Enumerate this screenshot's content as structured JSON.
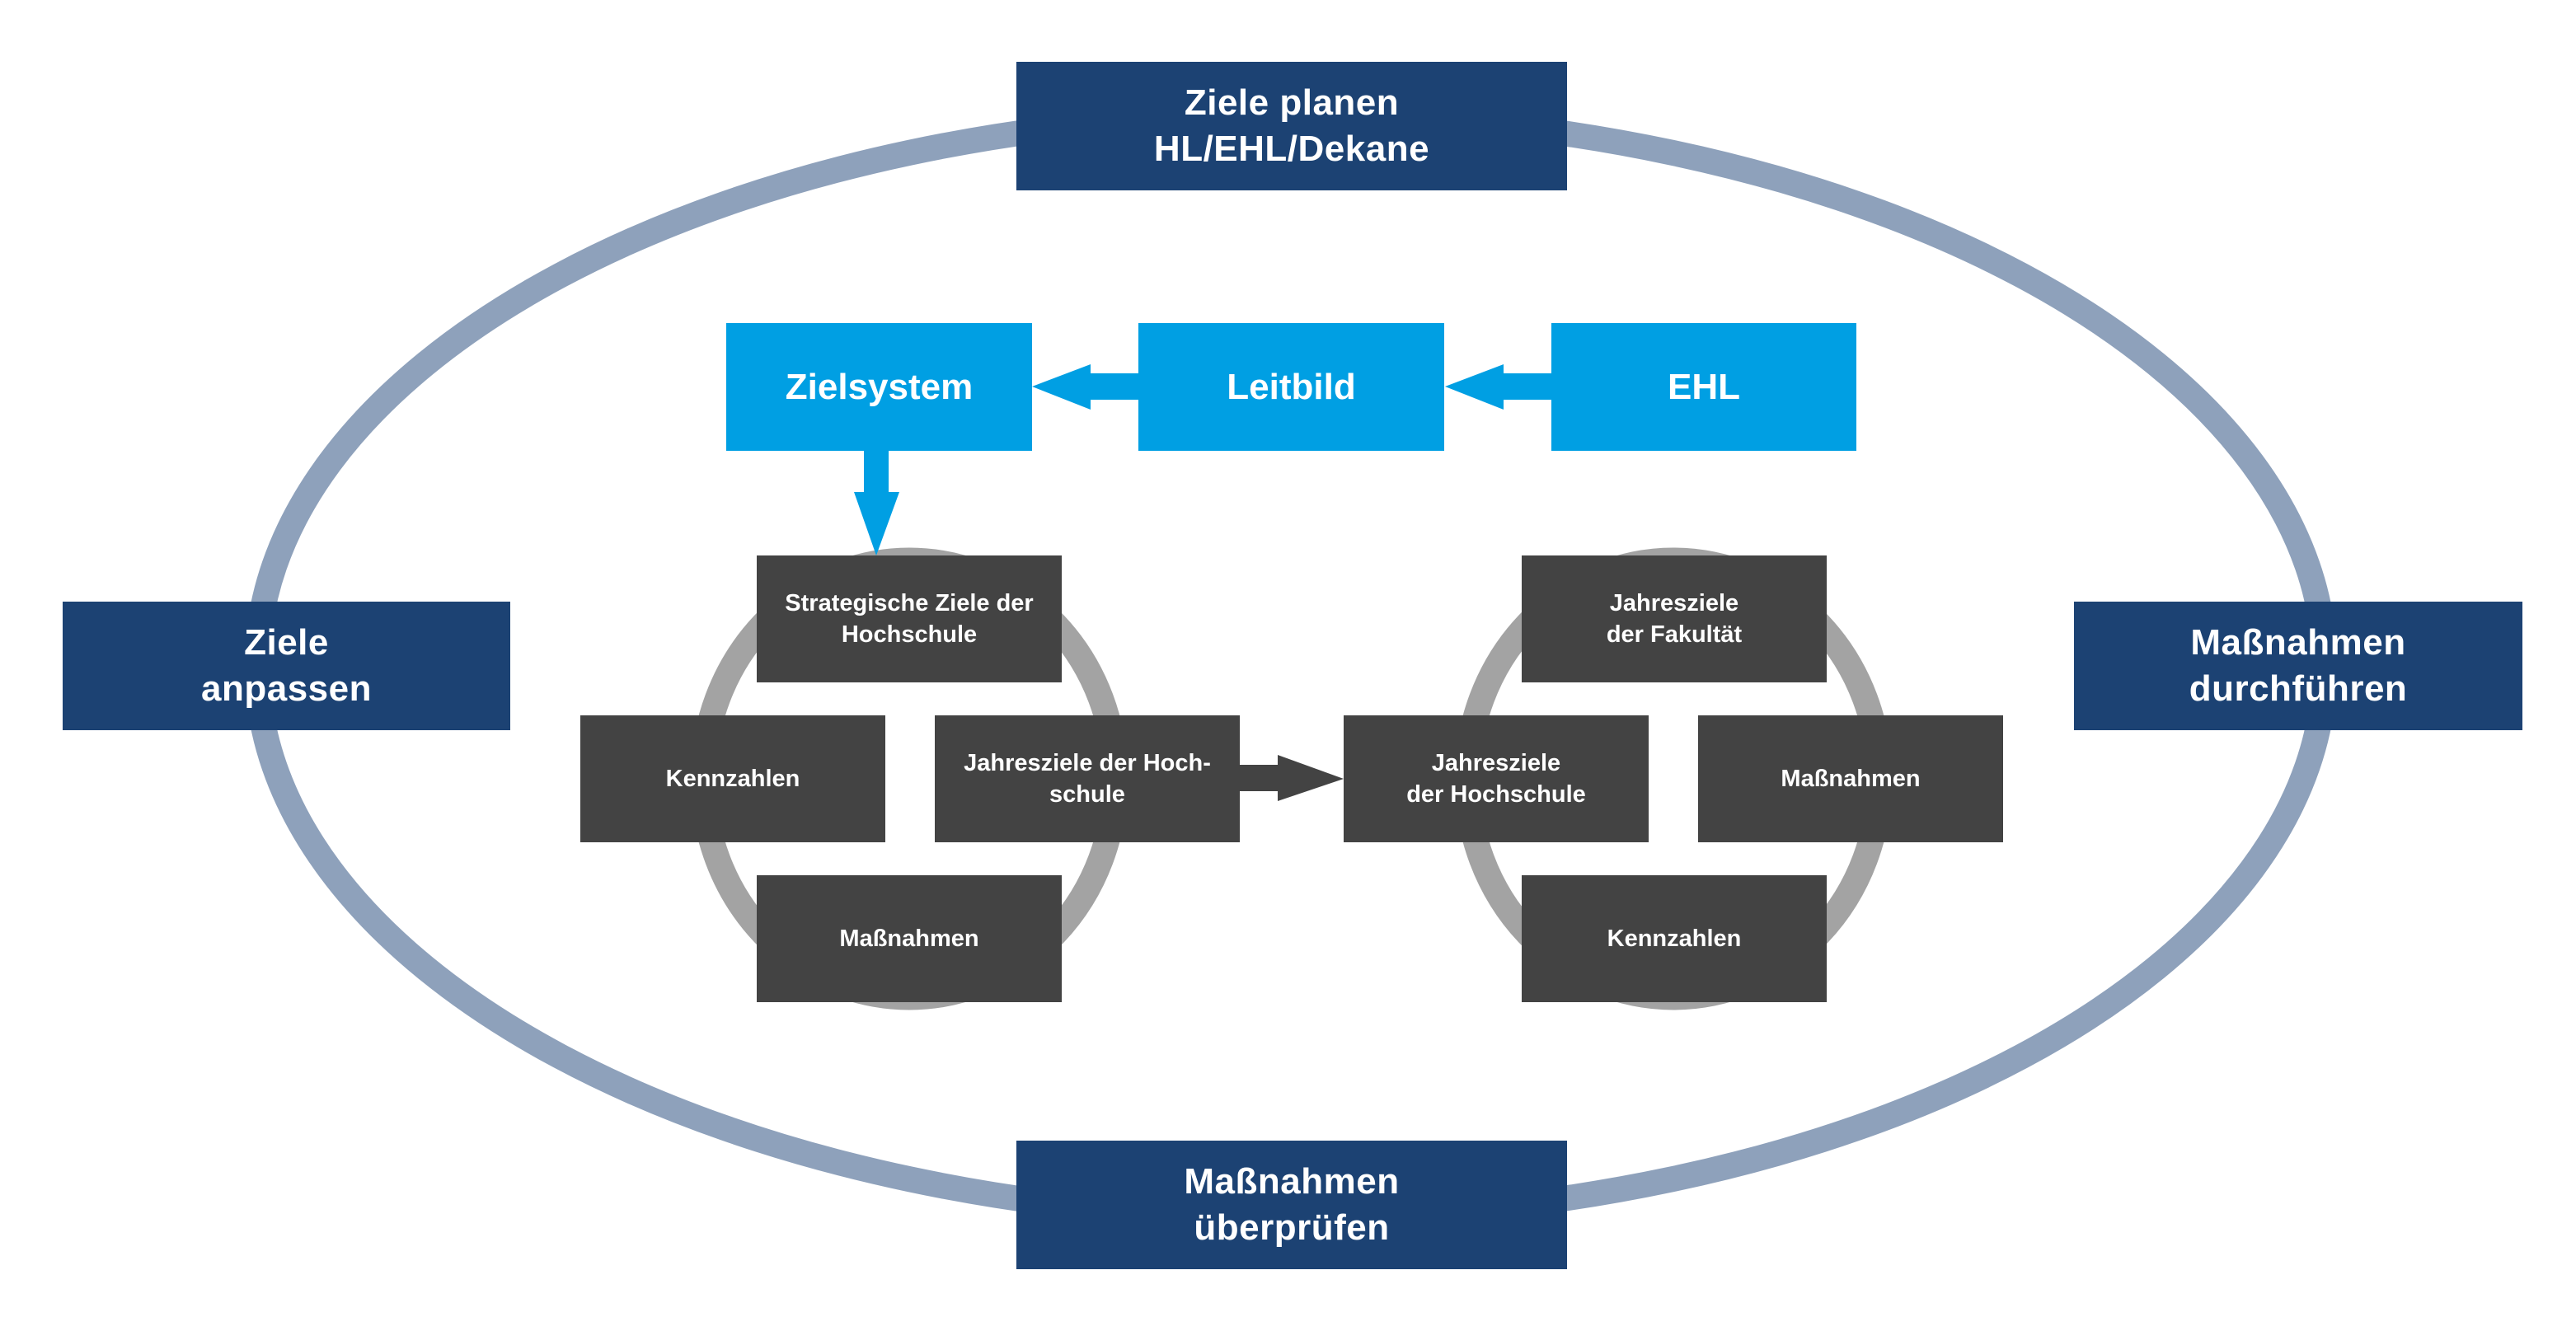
{
  "colors": {
    "navy": "#1c4273",
    "blue": "#009fe3",
    "dark": "#434343",
    "outer_cycle": "#8ea1bb",
    "inner_cycle": "#a3a3a3",
    "text": "#ffffff"
  },
  "outer_cycle": {
    "top": "Ziele planen\nHL/EHL/Dekane",
    "right": "Maßnahmen\ndurchführen",
    "bottom": "Maßnahmen\nüberprüfen",
    "left": "Ziele\nanpassen"
  },
  "source_chain": {
    "items": [
      "Zielsystem",
      "Leitbild",
      "EHL"
    ],
    "flow": "EHL → Leitbild → Zielsystem → Strategische Ziele der Hochschule"
  },
  "university_cycle": {
    "top": "Strategische Ziele der\nHochschule",
    "left": "Kennzahlen",
    "right": "Jahresziele der Hoch-\nschule",
    "bottom": "Maßnahmen"
  },
  "faculty_cycle": {
    "top": "Jahresziele\nder Fakultät",
    "left": "Jahresziele\nder Hochschule",
    "right": "Maßnahmen",
    "bottom": "Kennzahlen"
  },
  "connections": [
    {
      "from": "EHL",
      "to": "Leitbild"
    },
    {
      "from": "Leitbild",
      "to": "Zielsystem"
    },
    {
      "from": "Zielsystem",
      "to": "Strategische Ziele der Hochschule"
    },
    {
      "from": "Jahresziele der Hochschule (university cycle)",
      "to": "Jahresziele der Hochschule (faculty cycle)"
    }
  ]
}
